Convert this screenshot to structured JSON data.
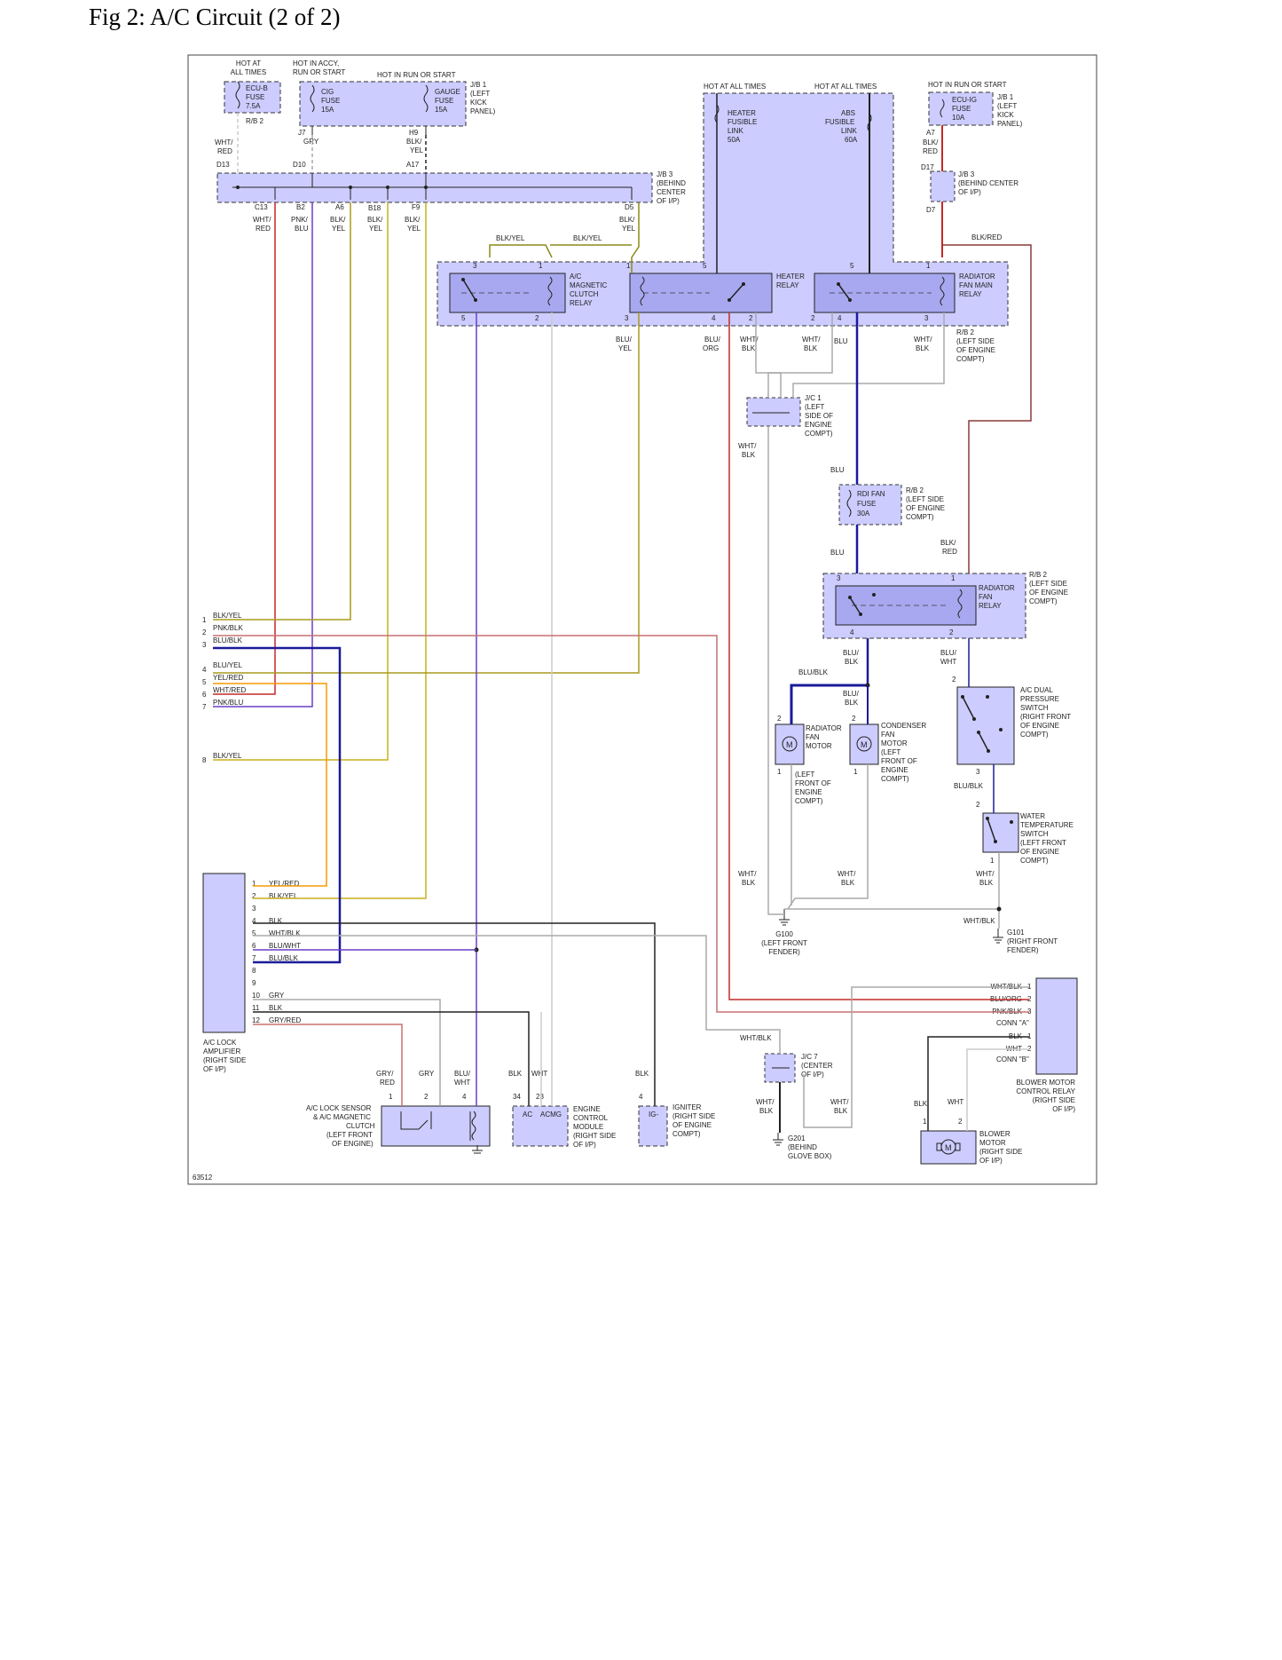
{
  "title": "Fig 2: A/C Circuit (2 of 2)",
  "figure_id": "63512",
  "colors": {
    "module_fill": "#ccccff",
    "relay_fill": "#a8a8f0",
    "wire_red": "#c62828",
    "wire_purple": "#6a3fc8",
    "wire_olive": "#a89a1e",
    "wire_yellow": "#c9b01a",
    "wire_blue": "#1a1a9a",
    "wire_orange": "#f59b00",
    "wire_pink": "#c87070",
    "wire_gray": "#aaaaaa",
    "wire_black": "#222222",
    "wire_brown": "#8a3a3a",
    "wire_white": "#cccccc"
  },
  "fuses": {
    "ecub": {
      "hot": [
        "HOT AT",
        "ALL TIMES"
      ],
      "name": [
        "ECU-B",
        "FUSE",
        "7.5A"
      ],
      "box": "R/B 2"
    },
    "cig": {
      "hot": [
        "HOT IN ACCY,",
        "RUN OR START"
      ],
      "name": [
        "CIG",
        "FUSE",
        "15A"
      ]
    },
    "gauge": {
      "hot": "HOT IN RUN OR START",
      "name": [
        "GAUGE",
        "FUSE",
        "15A"
      ],
      "box": [
        "J/B 1",
        "(LEFT",
        "KICK",
        "PANEL)"
      ]
    },
    "heater_link": {
      "hot": "HOT AT ALL TIMES",
      "name": [
        "HEATER",
        "FUSIBLE",
        "LINK",
        "50A"
      ]
    },
    "abs_link": {
      "hot": "HOT AT ALL TIMES",
      "name": [
        "ABS",
        "FUSIBLE",
        "LINK",
        "60A"
      ]
    },
    "ecuig": {
      "hot": "HOT IN RUN OR START",
      "name": [
        "ECU-IG",
        "FUSE",
        "10A"
      ],
      "box": [
        "J/B 1",
        "(LEFT",
        "KICK",
        "PANEL)"
      ]
    },
    "rdi": {
      "name": [
        "RDI FAN",
        "FUSE",
        "30A"
      ],
      "box": [
        "R/B 2",
        "(LEFT SIDE",
        "OF ENGINE",
        "COMPT)"
      ]
    }
  },
  "jb3": {
    "label": [
      "J/B 3",
      "(BEHIND",
      "CENTER",
      "OF I/P)"
    ],
    "right_label": [
      "J/B 3",
      "(BEHIND CENTER",
      "OF I/P)"
    ]
  },
  "pins_top": {
    "j7": "J7",
    "h9": "H9",
    "d13": "D13",
    "d10": "D10",
    "a17": "A17",
    "a7": "A7",
    "d17": "D17",
    "d7": "D7"
  },
  "pins_bottom": {
    "c13": "C13",
    "b2": "B2",
    "a6": "A6",
    "b18": "B18",
    "f9": "F9",
    "d5": "D5"
  },
  "wire_labels": {
    "wht_red": [
      "WHT/",
      "RED"
    ],
    "gry": "GRY",
    "blk_yel": [
      "BLK/",
      "YEL"
    ],
    "pnk_blu": [
      "PNK/",
      "BLU"
    ],
    "blk_red": [
      "BLK/",
      "RED"
    ],
    "blk_red_inline": "BLK/RED",
    "blk_yel_inline": "BLK/YEL",
    "blu_yel": [
      "BLU/",
      "YEL"
    ],
    "blu_org": [
      "BLU/",
      "ORG"
    ],
    "wht_blk": [
      "WHT/",
      "BLK"
    ],
    "blu": "BLU",
    "blu_blk": [
      "BLU/",
      "BLK"
    ],
    "blu_wht": [
      "BLU/",
      "WHT"
    ],
    "blu_blk_inline": "BLU/BLK",
    "gry_red": [
      "GRY/",
      "RED"
    ],
    "blk": "BLK",
    "wht": "WHT",
    "wht_blk_inline": "WHT/BLK"
  },
  "relays": {
    "ac_clutch": [
      "A/C",
      "MAGNETIC",
      "CLUTCH",
      "RELAY"
    ],
    "heater": [
      "HEATER",
      "RELAY"
    ],
    "rad_main": [
      "RADIATOR",
      "FAN MAIN",
      "RELAY"
    ],
    "rad_main_box": [
      "R/B 2",
      "(LEFT SIDE",
      "OF ENGINE",
      "COMPT)"
    ],
    "rad_fan": [
      "RADIATOR",
      "FAN",
      "RELAY"
    ],
    "rad_fan_box": [
      "R/B 2",
      "(LEFT SIDE",
      "OF ENGINE",
      "COMPT)"
    ]
  },
  "jc1": [
    "J/C 1",
    "(LEFT",
    "SIDE OF",
    "ENGINE",
    "COMPT)"
  ],
  "jc7": [
    "J/C 7",
    "(CENTER",
    "OF I/P)"
  ],
  "motors": {
    "rad_fan": [
      "RADIATOR",
      "FAN",
      "MOTOR"
    ],
    "rad_fan_loc": [
      "(LEFT",
      "FRONT OF",
      "ENGINE",
      "COMPT)"
    ],
    "condenser": [
      "CONDENSER",
      "FAN",
      "MOTOR",
      "(LEFT",
      "FRONT OF",
      "ENGINE",
      "COMPT)"
    ],
    "blower": [
      "BLOWER",
      "MOTOR",
      "(RIGHT SIDE",
      "OF I/P)"
    ]
  },
  "switches": {
    "dual_pressure": [
      "A/C DUAL",
      "PRESSURE",
      "SWITCH",
      "(RIGHT FRONT",
      "OF ENGINE",
      "COMPT)"
    ],
    "water_temp": [
      "WATER",
      "TEMPERATURE",
      "SWITCH",
      "(LEFT FRONT",
      "OF ENGINE",
      "COMPT)"
    ]
  },
  "grounds": {
    "g100": [
      "G100",
      "(LEFT FRONT",
      "FENDER)"
    ],
    "g101": [
      "G101",
      "(RIGHT FRONT",
      "FENDER)"
    ],
    "g201": [
      "G201",
      "(BEHIND",
      "GLOVE BOX)"
    ]
  },
  "left_connector": [
    {
      "n": "1",
      "label": "BLK/YEL"
    },
    {
      "n": "2",
      "label": "PNK/BLK"
    },
    {
      "n": "3",
      "label": "BLU/BLK"
    },
    {
      "n": "4",
      "label": "BLU/YEL"
    },
    {
      "n": "5",
      "label": "YEL/RED"
    },
    {
      "n": "6",
      "label": "WHT/RED"
    },
    {
      "n": "7",
      "label": "PNK/BLU"
    },
    {
      "n": "8",
      "label": "BLK/YEL"
    }
  ],
  "amplifier": {
    "label": [
      "A/C LOCK",
      "AMPLIFIER",
      "(RIGHT SIDE",
      "OF I/P)"
    ],
    "pins": [
      {
        "n": "1",
        "label": "YEL/RED"
      },
      {
        "n": "2",
        "label": "BLK/YEL"
      },
      {
        "n": "3",
        "label": ""
      },
      {
        "n": "4",
        "label": "BLK"
      },
      {
        "n": "5",
        "label": "WHT/BLK"
      },
      {
        "n": "6",
        "label": "BLU/WHT"
      },
      {
        "n": "7",
        "label": "BLU/BLK"
      },
      {
        "n": "8",
        "label": ""
      },
      {
        "n": "9",
        "label": ""
      },
      {
        "n": "10",
        "label": "GRY"
      },
      {
        "n": "11",
        "label": "BLK"
      },
      {
        "n": "12",
        "label": "GRY/RED"
      }
    ]
  },
  "lock_sensor": [
    "A/C LOCK SENSOR",
    "& A/C MAGNETIC",
    "CLUTCH",
    "(LEFT FRONT",
    "OF ENGINE)"
  ],
  "ecm": {
    "label": [
      "ENGINE",
      "CONTROL",
      "MODULE",
      "(RIGHT SIDE",
      "OF I/P)"
    ],
    "pin_ac": "AC",
    "pin_acmg": "ACMG",
    "n34": "34",
    "n23": "23"
  },
  "igniter": {
    "label": [
      "IGNITER",
      "(RIGHT SIDE",
      "OF ENGINE",
      "COMPT)"
    ],
    "pin": "IG-",
    "n": "4"
  },
  "blower_relay": {
    "label": [
      "BLOWER MOTOR",
      "CONTROL RELAY",
      "(RIGHT SIDE",
      "OF I/P)"
    ],
    "conn_a": "CONN \"A\"",
    "conn_b": "CONN \"B\"",
    "a_pins": [
      {
        "n": "1",
        "label": "WHT/BLK"
      },
      {
        "n": "2",
        "label": "BLU/ORG"
      },
      {
        "n": "3",
        "label": "PNK/BLK"
      }
    ],
    "b_pins": [
      {
        "n": "1",
        "label": "BLK"
      },
      {
        "n": "2",
        "label": "WHT"
      }
    ]
  },
  "pin_numbers": {
    "n1": "1",
    "n2": "2",
    "n3": "3",
    "n4": "4",
    "n5": "5"
  }
}
